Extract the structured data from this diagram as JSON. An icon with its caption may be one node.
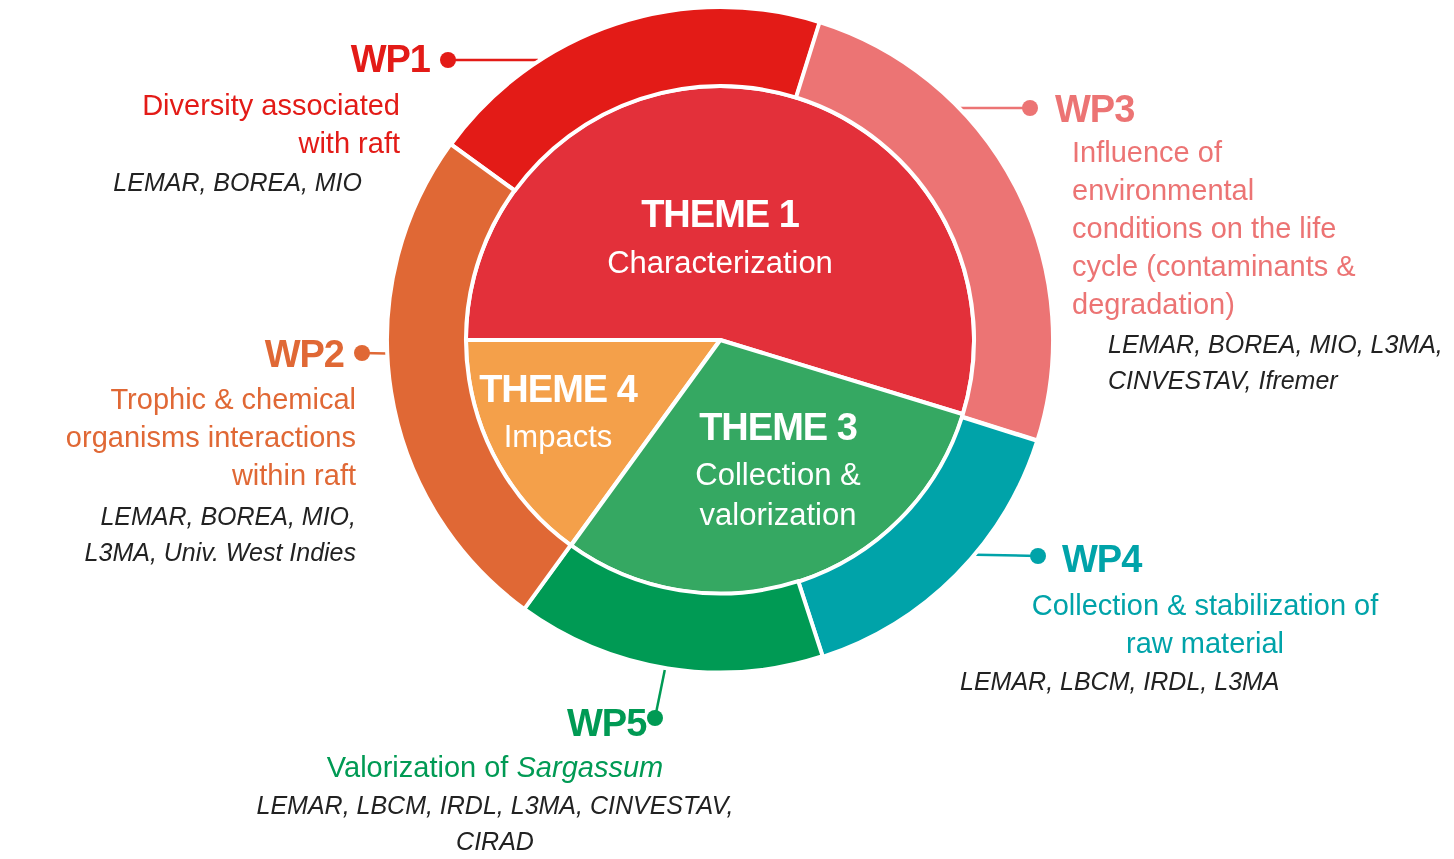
{
  "diagram": {
    "nodes": [
      {
        "text": [
          "THEME 1",
          "Characterization"
        ]
      },
      {
        "text": [
          "THEME 4",
          "Impacts"
        ]
      },
      {
        "text": [
          "THEME 3",
          "Collection & valorization"
        ]
      },
      {
        "text": [],
        "shape": "arc"
      },
      {
        "text": [],
        "shape": "arc"
      },
      {
        "text": [],
        "shape": "arc"
      },
      {
        "text": [],
        "shape": "arc"
      },
      {
        "text": [],
        "shape": "arc"
      },
      {
        "text": [
          "WP1",
          "Diversity associated with raft",
          "LEMAR, BOREA, MIO"
        ]
      },
      {
        "text": [
          "WP3",
          "Influence of environmental conditions on the life cycle (contaminants & degradation)",
          "LEMAR, BOREA, MIO, L3MA, CINVESTAV, Ifremer"
        ]
      },
      {
        "text": [
          "WP2",
          "Trophic & chemical organisms interactions within raft",
          "LEMAR, BOREA, MIO, L3MA, Univ. West Indies"
        ]
      },
      {
        "text": [
          "WP4",
          "Collection & stabilization of raw material",
          "LEMAR, LBCM, IRDL, L3MA"
        ]
      },
      {
        "text": [
          "WP5",
          "Valorization of *Sargassum*",
          "LEMAR, LBCM, IRDL, L3MA, CINVESTAV, CIRAD"
        ]
      }
    ],
    "edges": [
      {
        "from": 8,
        "to": 3,
        "arrow": "other",
        "color": "#e31b17"
      },
      {
        "from": 9,
        "to": 4,
        "arrow": "other",
        "color": "#ec7474"
      },
      {
        "from": 10,
        "to": 7,
        "arrow": "other",
        "color": "#e06835"
      },
      {
        "from": 11,
        "to": 5,
        "arrow": "other",
        "color": "#00a3a9"
      },
      {
        "from": 12,
        "to": 6,
        "arrow": "other",
        "color": "#009a54"
      }
    ]
  }
}
